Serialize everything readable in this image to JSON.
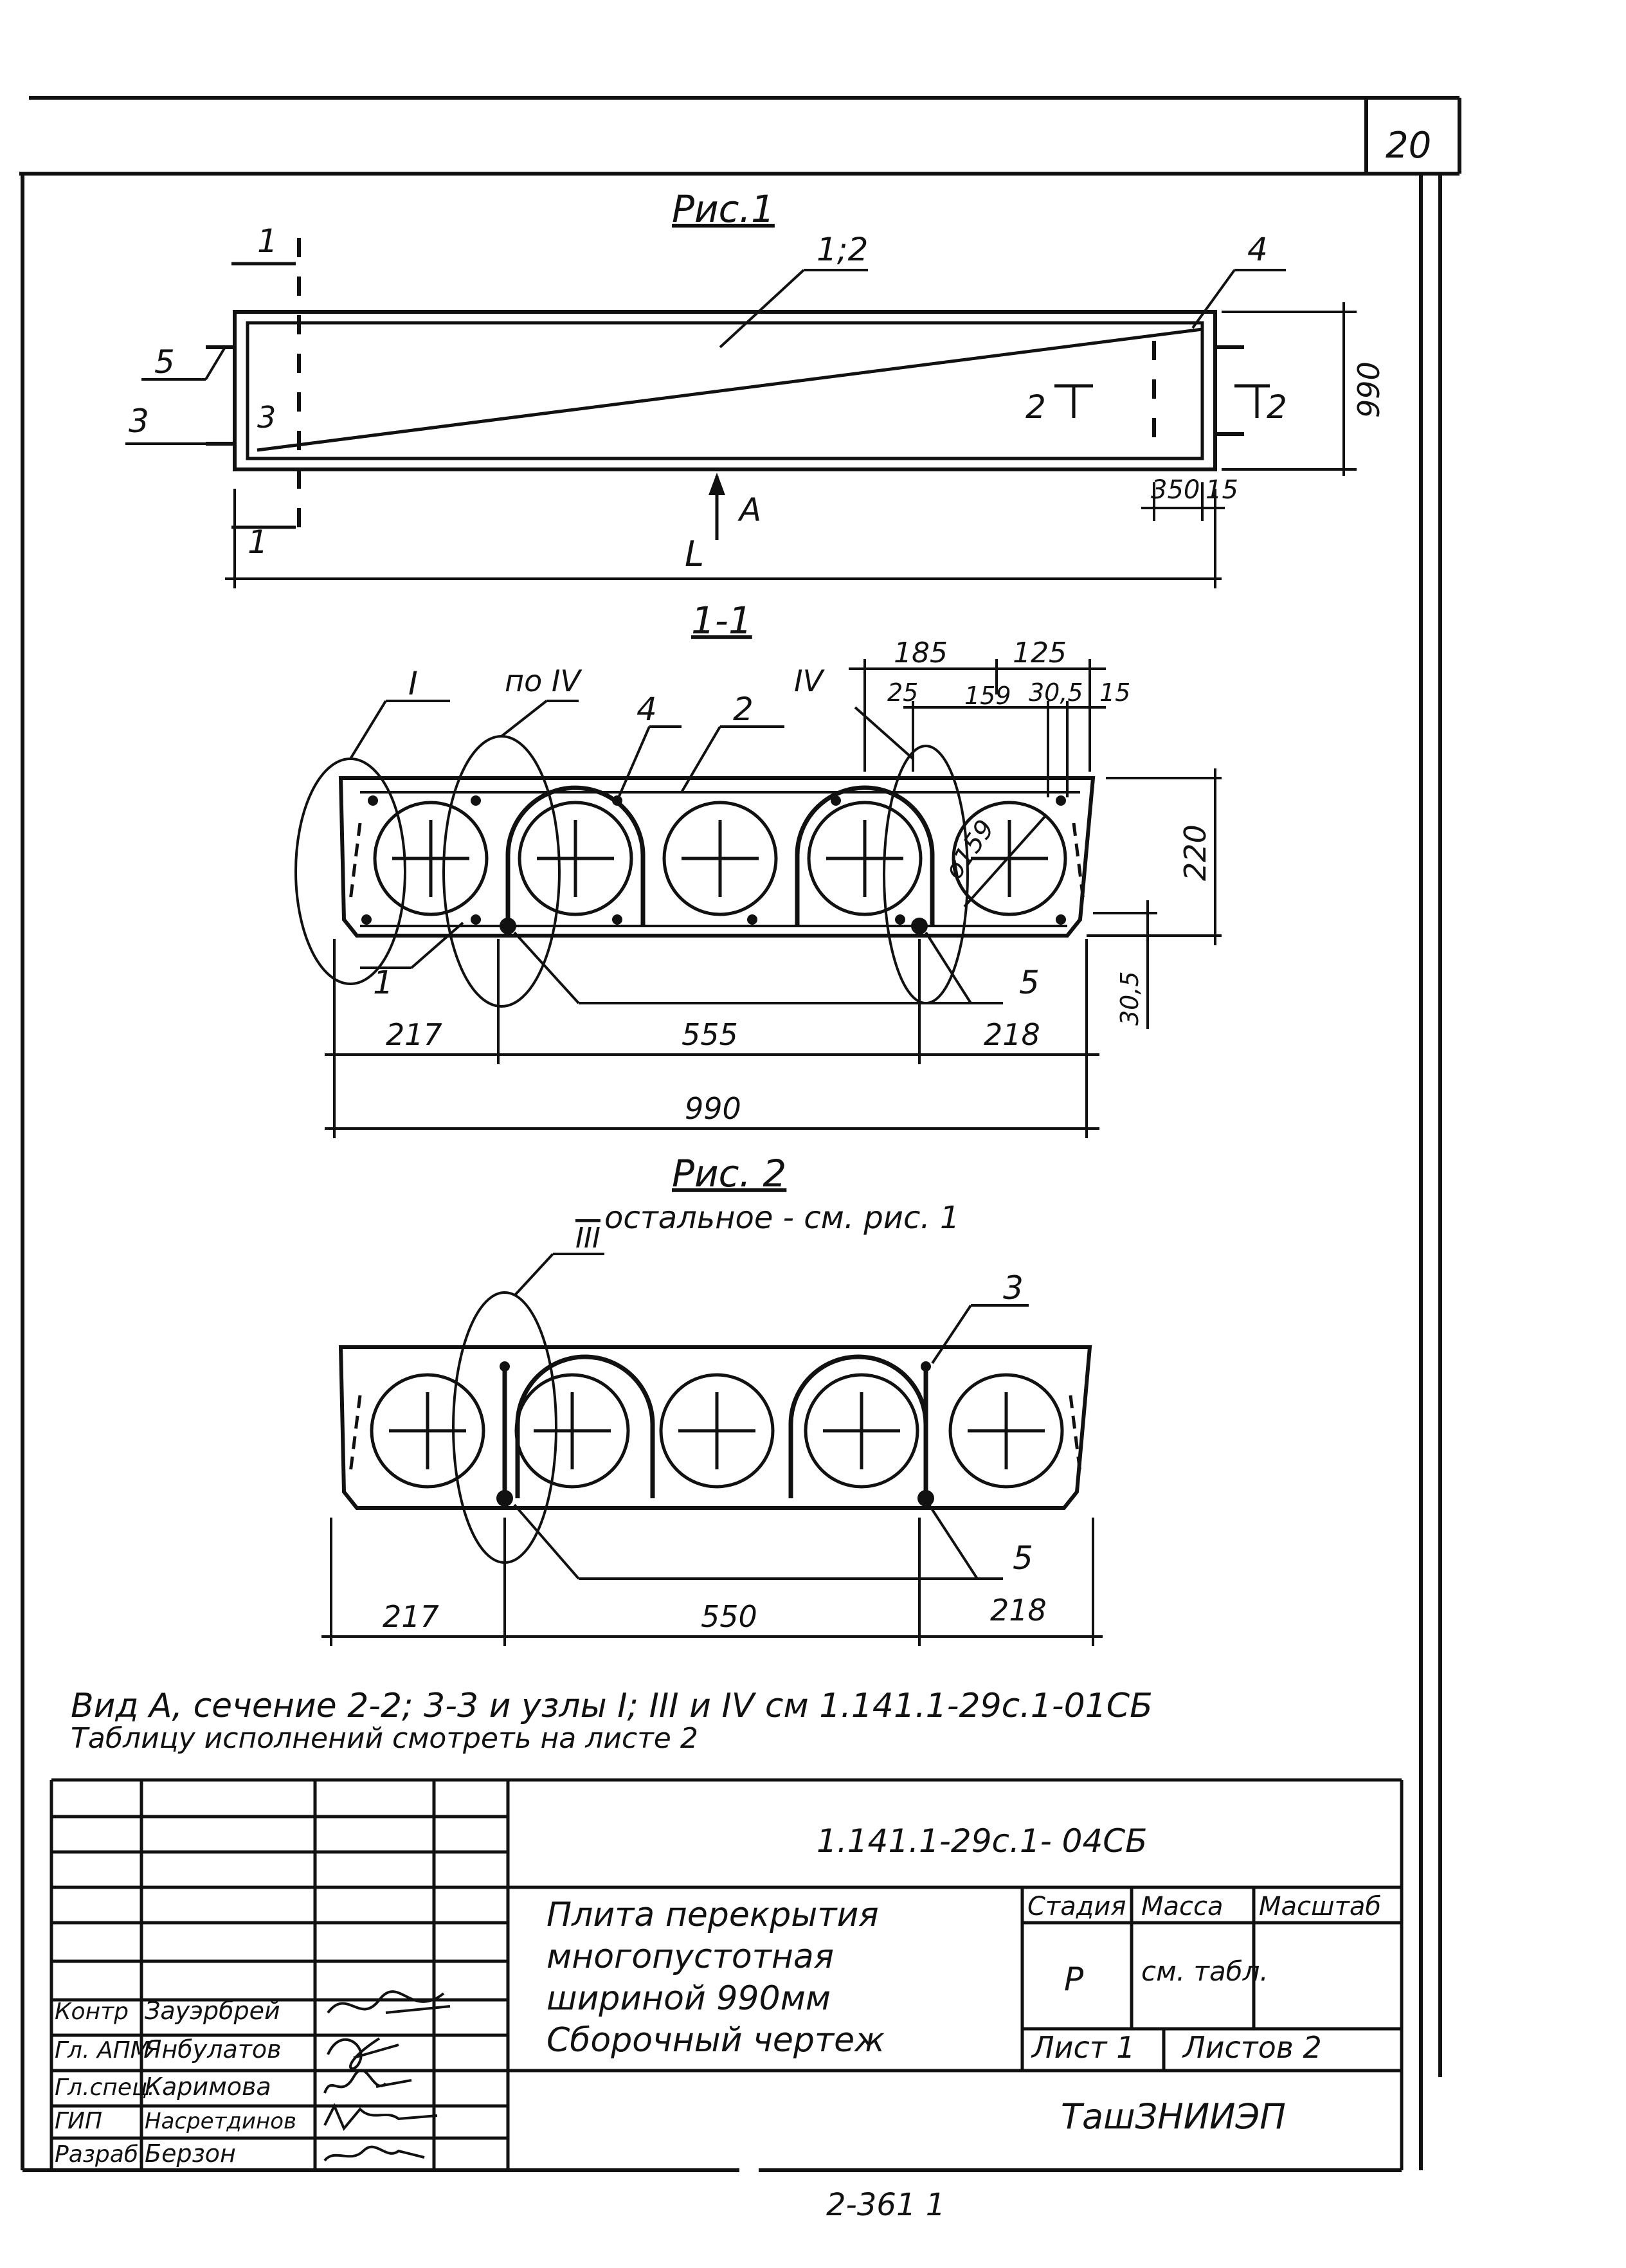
{
  "sheet_number": "20",
  "fig1": {
    "title": "Рис.1",
    "labels": {
      "pos12": "1;2",
      "pos4": "4",
      "pos5": "5",
      "pos3a": "3",
      "pos3b": "3",
      "cut1a": "1",
      "cut1b": "1",
      "cut2a": "2",
      "cut2b": "2",
      "viewA": "А",
      "length": "L"
    },
    "dims": {
      "width": "990",
      "d350": "350",
      "d15": "15"
    }
  },
  "section11": {
    "title": "1-1",
    "labels": {
      "nodeI": "I",
      "poIV": "по IV",
      "pos4": "4",
      "pos2": "2",
      "nodeIV": "IV",
      "pos1": "1",
      "pos5": "5"
    },
    "dims": {
      "d185": "185",
      "d125": "125",
      "d25": "25",
      "d159": "159",
      "d30_5a": "30,5",
      "d15": "15",
      "d220": "220",
      "d30_5b": "30,5",
      "dia159": "ø159",
      "d217": "217",
      "d555": "555",
      "d218": "218",
      "d990": "990"
    }
  },
  "fig2": {
    "title": "Рис. 2",
    "subtitle": "остальное - см. рис. 1",
    "labels": {
      "nodeIII": "III",
      "pos3": "3",
      "pos5": "5"
    },
    "dims": {
      "d217": "217",
      "d550": "550",
      "d218": "218"
    }
  },
  "notes": {
    "line1": "Вид А, сечение 2-2; 3-3 и узлы I; III и IV см 1.141.1-29с.1-01СБ",
    "line2": "Таблицу исполнений смотреть на листе 2"
  },
  "title_block": {
    "doc_code": "1.141.1-29с.1- 04СБ",
    "name_lines": [
      "Плита перекрытия",
      "многопустотная",
      "шириной 990мм",
      "Сборочный чертеж"
    ],
    "col_stage": "Стадия",
    "col_mass": "Масса",
    "col_scale": "Масштаб",
    "stage_value": "Р",
    "mass_value": "см. табл.",
    "sheet": "Лист 1",
    "sheets": "Листов 2",
    "organization": "ТашЗНИИЭП",
    "signatures": [
      {
        "role": "Контр",
        "name": "Зауэрбрей"
      },
      {
        "role": "Гл. АПМ",
        "name": "Янбулатов"
      },
      {
        "role": "Гл.спец.",
        "name": "Каримова"
      },
      {
        "role": "ГИП",
        "name": "Насретдинов"
      },
      {
        "role": "Разраб.",
        "name": "Берзон"
      }
    ]
  },
  "footer_stamp": "2-361 1"
}
